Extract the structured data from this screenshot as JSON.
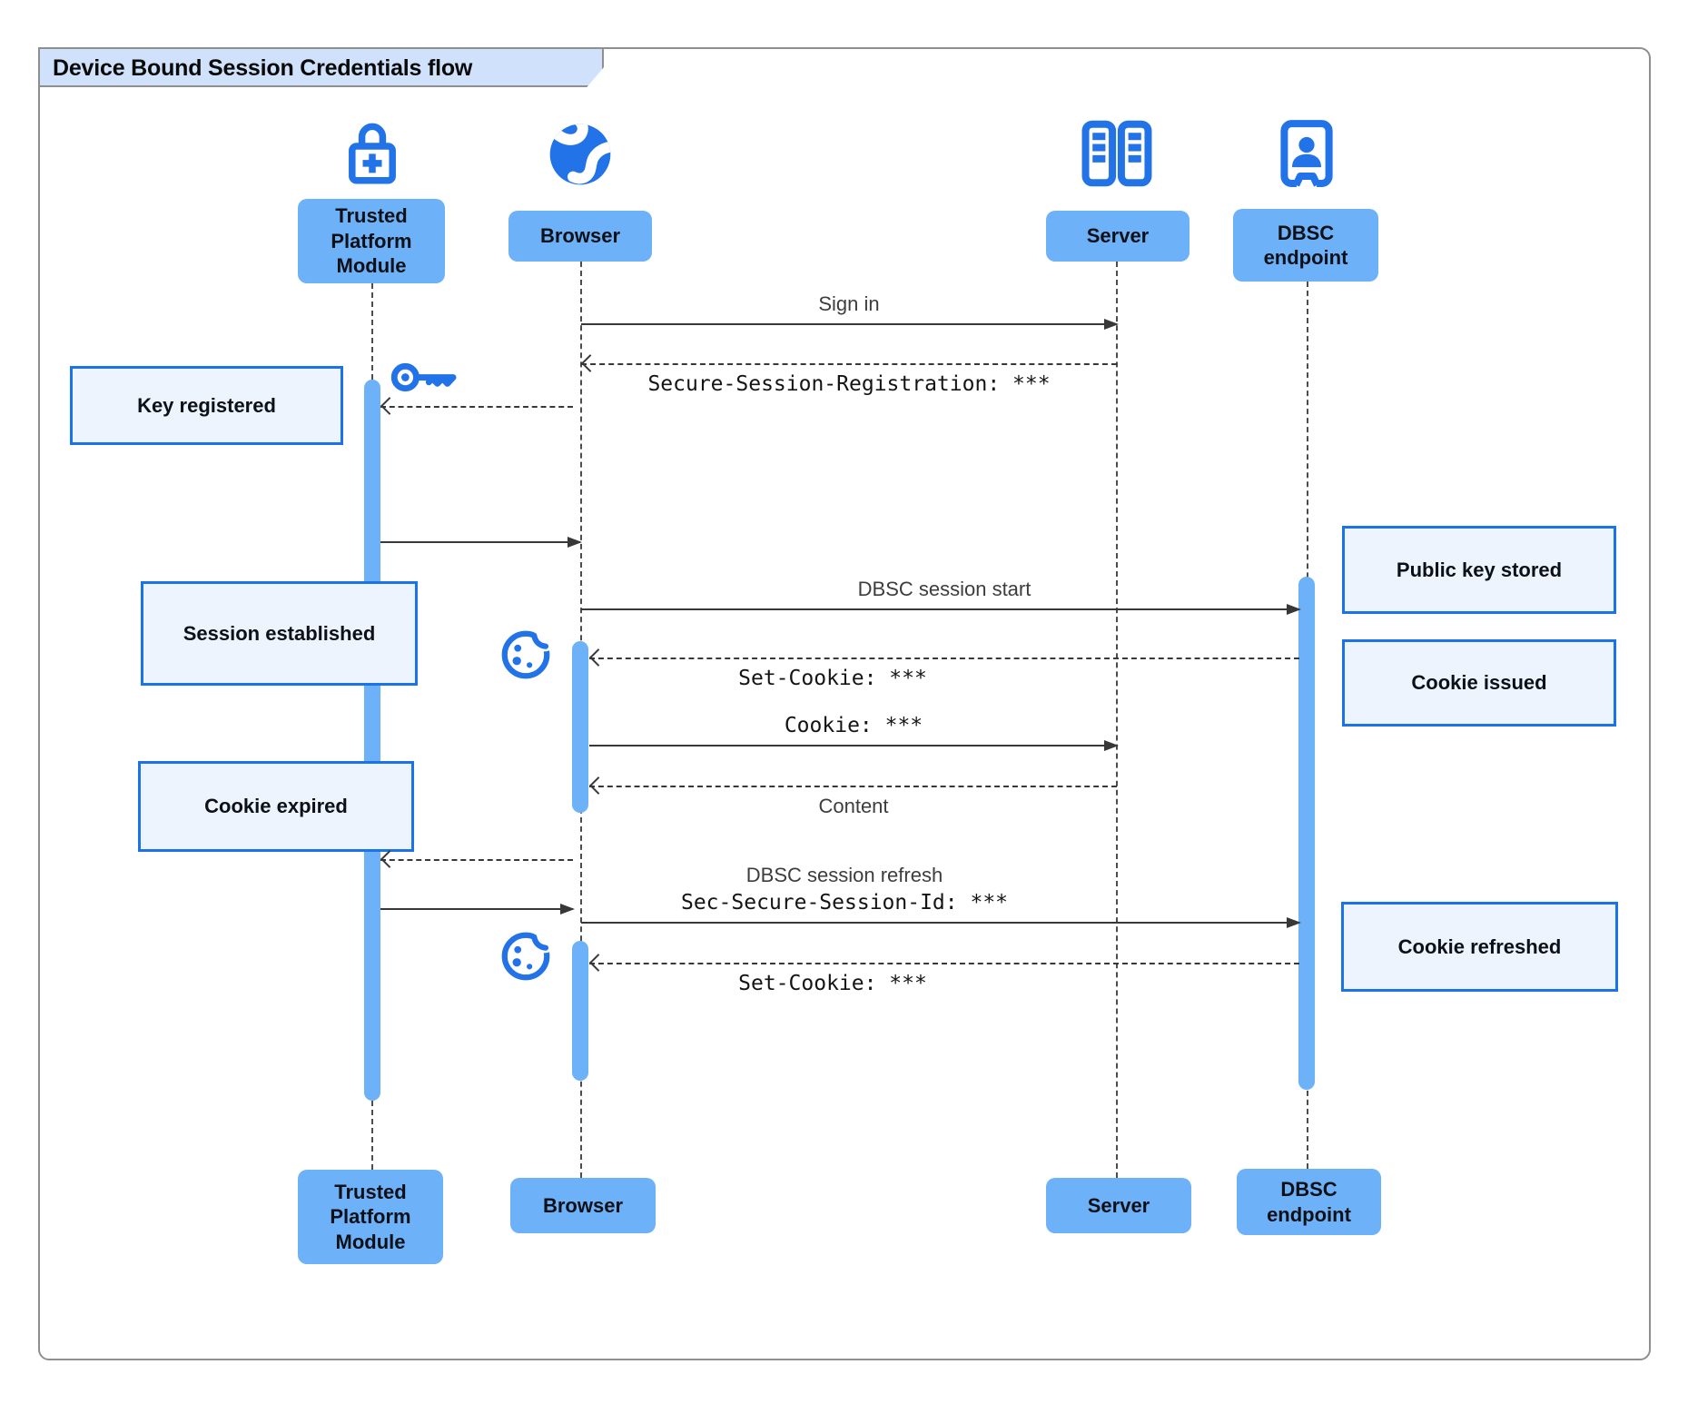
{
  "title": "Device Bound Session Credentials flow",
  "actors": {
    "tpm": {
      "label": "Trusted Platform Module"
    },
    "browser": {
      "label": "Browser"
    },
    "server": {
      "label": "Server"
    },
    "dbsc": {
      "label": "DBSC endpoint"
    }
  },
  "messages": {
    "sign_in": "Sign in",
    "secure_session_registration": "Secure-Session-Registration: ***",
    "dbsc_session_start": "DBSC session start",
    "set_cookie_issue": "Set-Cookie: ***",
    "cookie": "Cookie: ***",
    "content": "Content",
    "dbsc_session_refresh": "DBSC session refresh",
    "sec_secure_session_id": "Sec-Secure-Session-Id: ***",
    "set_cookie_refresh": "Set-Cookie: ***"
  },
  "notes": {
    "key_registered": "Key registered",
    "session_established": "Session established",
    "cookie_expired": "Cookie expired",
    "public_key_stored": "Public key stored",
    "cookie_issued": "Cookie issued",
    "cookie_refreshed": "Cookie refreshed"
  },
  "colors": {
    "actor_fill": "#6db1f8",
    "note_fill": "#edf4fd",
    "note_border": "#1a73e8",
    "icon_blue": "#2273e8",
    "title_tab_fill": "#cfe1fb",
    "arrow": "#383838",
    "frame_border": "#8f8f8f",
    "lifeline": "#4d4d4d",
    "bar_fill": "#6db1f8",
    "text": "#0d1117",
    "message_text": "#3d3d3d"
  }
}
